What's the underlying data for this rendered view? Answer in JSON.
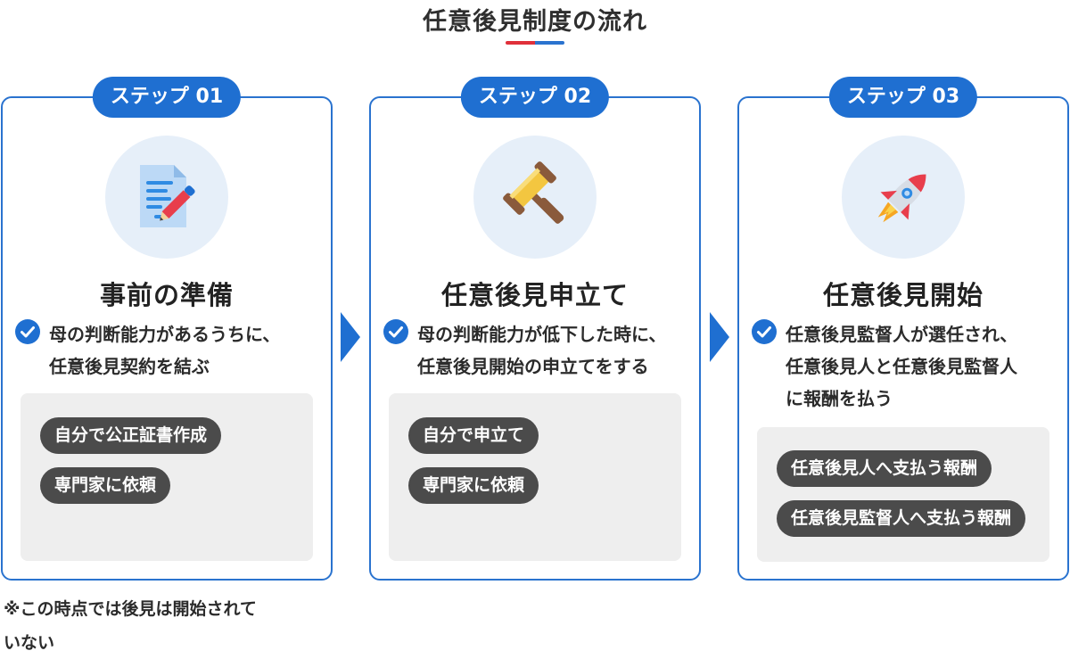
{
  "title": "任意後見制度の流れ",
  "colors": {
    "primary": "#1f6fd1",
    "accent_red": "#e0303a",
    "pill": "#4b4b4b",
    "pill_box": "#eeeeee",
    "icon_bg": "#e6eff9"
  },
  "steps": [
    {
      "badge": "ステップ 01",
      "icon": "document-pencil-icon",
      "title": "事前の準備",
      "description_lines": [
        "母の判断能力があるうちに、",
        "任意後見契約を結ぶ"
      ],
      "pills": [
        "自分で公正証書作成",
        "専門家に依頼"
      ]
    },
    {
      "badge": "ステップ 02",
      "icon": "gavel-icon",
      "title": "任意後見申立て",
      "description_lines": [
        "母の判断能力が低下した時に、",
        "任意後見開始の申立てをする"
      ],
      "pills": [
        "自分で申立て",
        "専門家に依頼"
      ]
    },
    {
      "badge": "ステップ 03",
      "icon": "rocket-icon",
      "title": "任意後見開始",
      "description_lines": [
        "任意後見監督人が選任され、",
        "任意後見人と任意後見監督人",
        "に報酬を払う"
      ],
      "pills": [
        "任意後見人へ支払う報酬",
        "任意後見監督人へ支払う報酬"
      ]
    }
  ],
  "footnote_lines": [
    "※この時点では後見は開始されて",
    "いない"
  ]
}
